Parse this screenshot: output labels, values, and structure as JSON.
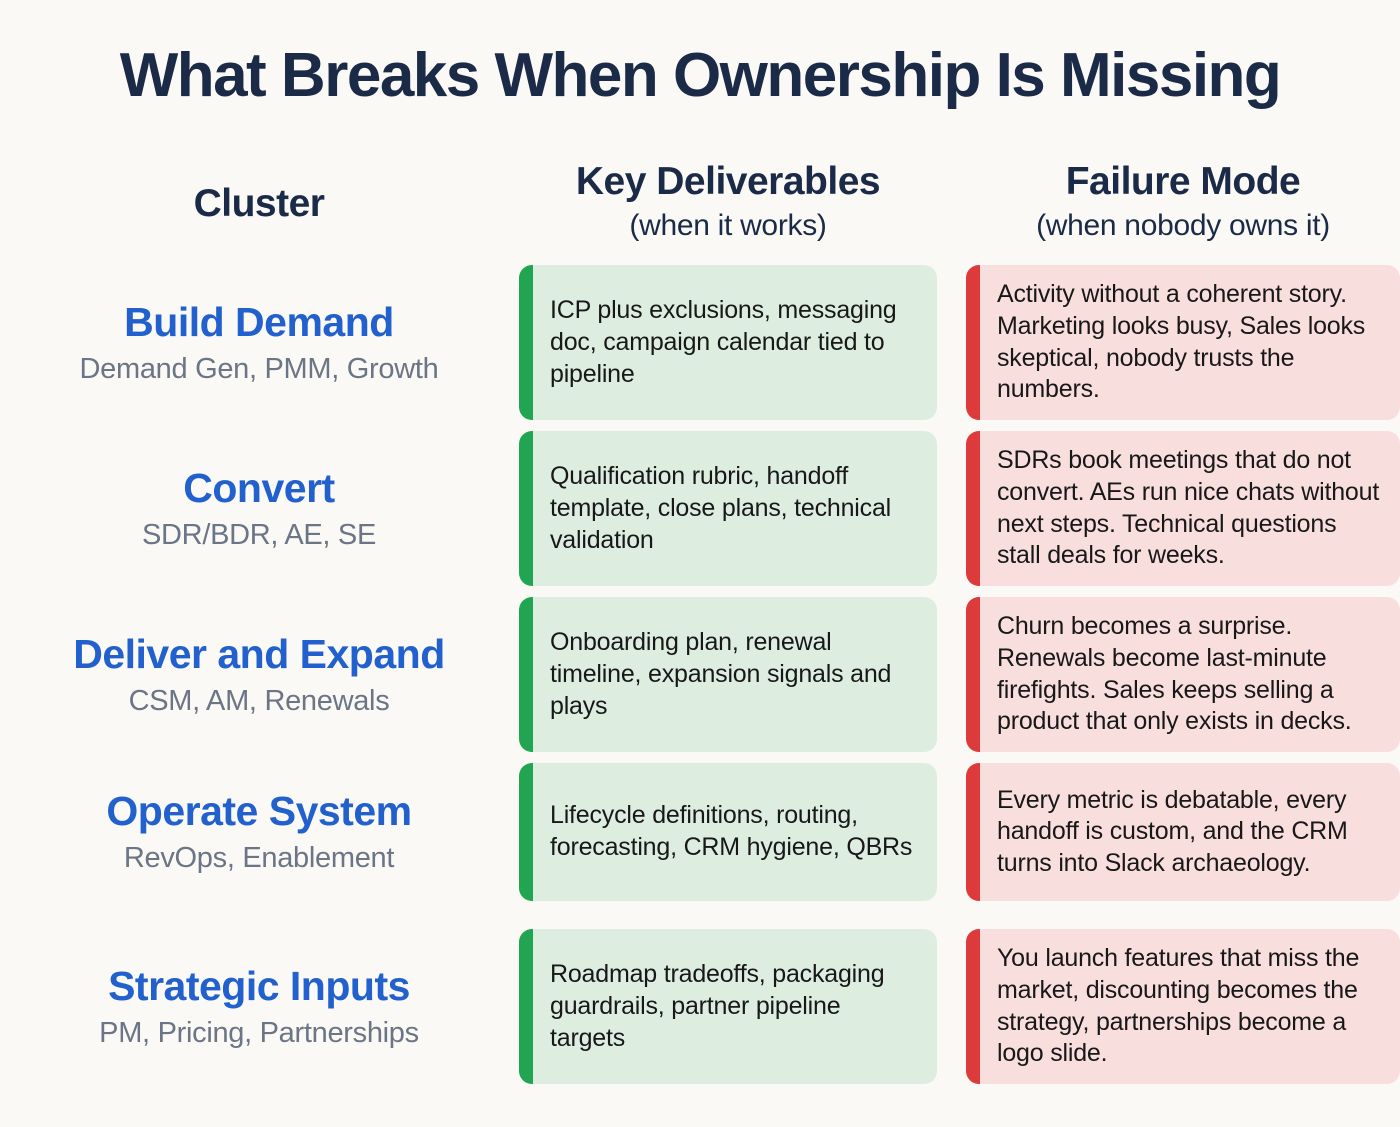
{
  "title": "What Breaks When Ownership Is Missing",
  "columns": {
    "cluster": {
      "label": "Cluster"
    },
    "deliverables": {
      "label": "Key Deliverables",
      "subtitle": "(when it works)"
    },
    "failure": {
      "label": "Failure Mode",
      "subtitle": "(when nobody owns it)"
    }
  },
  "rows": [
    {
      "cluster": "Build Demand",
      "roles": "Demand Gen, PMM, Growth",
      "deliverables": "ICP plus exclusions, messaging doc, campaign calendar tied to pipeline",
      "failure": "Activity without a coherent story. Marketing looks busy, Sales looks skeptical, nobody trusts the numbers."
    },
    {
      "cluster": "Convert",
      "roles": "SDR/BDR, AE, SE",
      "deliverables": "Qualification rubric, handoff template, close plans, technical validation",
      "failure": "SDRs book meetings that do not convert. AEs run nice chats without next steps. Technical questions stall deals for weeks."
    },
    {
      "cluster": "Deliver and Expand",
      "roles": "CSM, AM, Renewals",
      "deliverables": "Onboarding plan, renewal timeline, expansion signals and plays",
      "failure": "Churn becomes a surprise. Renewals become last-minute firefights. Sales keeps selling a product that only exists in decks."
    },
    {
      "cluster": "Operate System",
      "roles": "RevOps, Enablement",
      "deliverables": "Lifecycle definitions, routing, forecasting, CRM hygiene, QBRs",
      "failure": "Every metric is debatable, every handoff is custom, and the CRM turns into Slack archaeology."
    },
    {
      "cluster": "Strategic Inputs",
      "roles": "PM, Pricing, Partnerships",
      "deliverables": "Roadmap tradeoffs, packaging guardrails, partner pipeline targets",
      "failure": "You launch features that miss the market, discounting becomes the strategy, partnerships become a logo slide."
    }
  ],
  "colors": {
    "background": "#faf9f6",
    "title_text": "#1b2a47",
    "cluster_heading": "#2160cd",
    "roles_text": "#6b7585",
    "green_bar": "#21a552",
    "green_fill": "#ddeee1",
    "red_bar": "#dd3b3b",
    "red_fill": "#f9dede",
    "body_text": "#181818"
  }
}
